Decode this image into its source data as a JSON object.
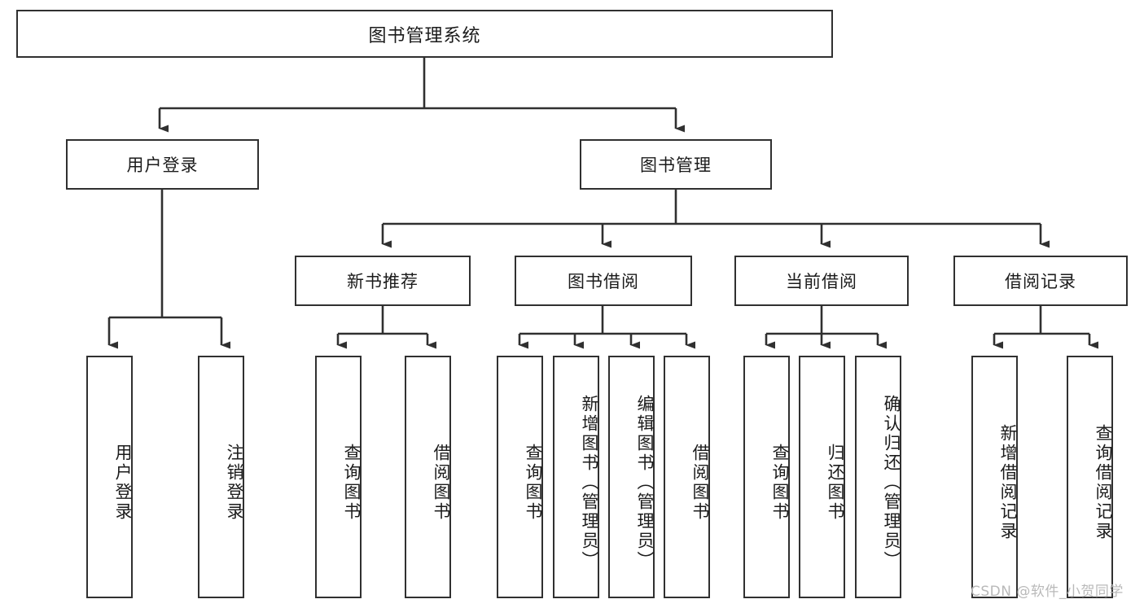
{
  "diagram": {
    "title": "图书管理系统",
    "type": "tree-hierarchy-chart",
    "root": {
      "label": "图书管理系统"
    },
    "level1": [
      {
        "label": "用户登录"
      },
      {
        "label": "图书管理"
      }
    ],
    "level2": [
      {
        "label": "新书推荐"
      },
      {
        "label": "图书借阅"
      },
      {
        "label": "当前借阅"
      },
      {
        "label": "借阅记录"
      }
    ],
    "leaves": {
      "user_login": [
        {
          "label": "用户登录"
        },
        {
          "label": "注销登录"
        }
      ],
      "new_book_recommend": [
        {
          "label": "查询图书"
        },
        {
          "label": "借阅图书"
        }
      ],
      "book_borrow": [
        {
          "label": "查询图书"
        },
        {
          "label": "新增图书（管理员）"
        },
        {
          "label": "编辑图书（管理员）"
        },
        {
          "label": "借阅图书"
        }
      ],
      "current_borrow": [
        {
          "label": "查询图书"
        },
        {
          "label": "归还图书"
        },
        {
          "label": "确认归还（管理员）"
        }
      ],
      "borrow_record": [
        {
          "label": "新增借阅记录"
        },
        {
          "label": "查询借阅记录"
        }
      ]
    },
    "watermark": "CSDN @软件_小贺同学",
    "colors": {
      "stroke": "#303030",
      "background": "#ffffff",
      "text": "#1b1b1b",
      "watermark": "#b9b9b9"
    }
  }
}
